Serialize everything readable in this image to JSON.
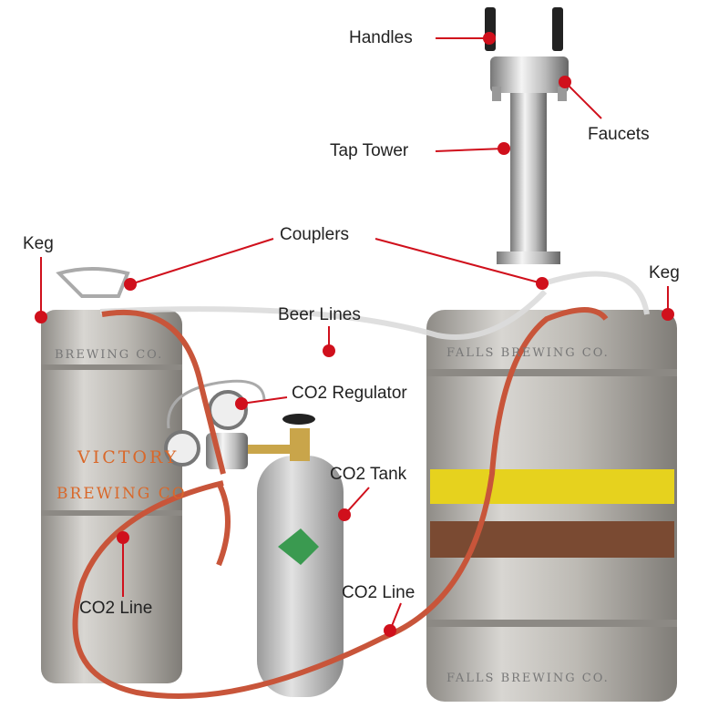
{
  "labels": {
    "handles": "Handles",
    "faucets": "Faucets",
    "tap_tower": "Tap Tower",
    "couplers": "Couplers",
    "keg_left": "Keg",
    "keg_right": "Keg",
    "beer_lines": "Beer Lines",
    "co2_regulator": "CO2 Regulator",
    "co2_tank": "CO2 Tank",
    "co2_line_left": "CO2 Line",
    "co2_line_right": "CO2 Line"
  },
  "keg_markings": {
    "left_top": "BREWING CO.",
    "left_brand_1": "VICTORY",
    "left_brand_2": "BREWING CO",
    "right_top": "FALLS BREWING CO.",
    "right_bottom": "FALLS BREWING CO."
  },
  "colors": {
    "marker": "#d0101c",
    "steel": "#b9b6b0",
    "hose": "#c8553a",
    "yellow_band": "#e6d21e",
    "brown_band": "#7a4a32",
    "brand_orange": "#d9682a"
  }
}
